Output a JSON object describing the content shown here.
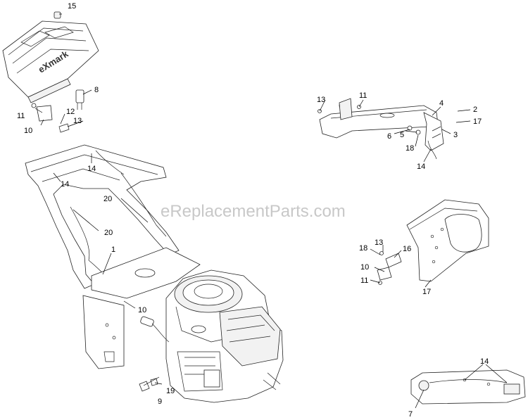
{
  "watermark": "eReplacementParts.com",
  "brand_text": "eXmark",
  "callouts": [
    {
      "label": "15"
    },
    {
      "label": "8"
    },
    {
      "label": "11"
    },
    {
      "label": "12"
    },
    {
      "label": "10"
    },
    {
      "label": "13"
    },
    {
      "label": "14"
    },
    {
      "label": "14"
    },
    {
      "label": "20"
    },
    {
      "label": "20"
    },
    {
      "label": "1"
    },
    {
      "label": "10"
    },
    {
      "label": "9"
    },
    {
      "label": "19"
    },
    {
      "label": "13"
    },
    {
      "label": "11"
    },
    {
      "label": "4"
    },
    {
      "label": "2"
    },
    {
      "label": "17"
    },
    {
      "label": "3"
    },
    {
      "label": "6"
    },
    {
      "label": "5"
    },
    {
      "label": "18"
    },
    {
      "label": "14"
    },
    {
      "label": "13"
    },
    {
      "label": "18"
    },
    {
      "label": "16"
    },
    {
      "label": "10"
    },
    {
      "label": "11"
    },
    {
      "label": "17"
    },
    {
      "label": "14"
    },
    {
      "label": "7"
    }
  ]
}
